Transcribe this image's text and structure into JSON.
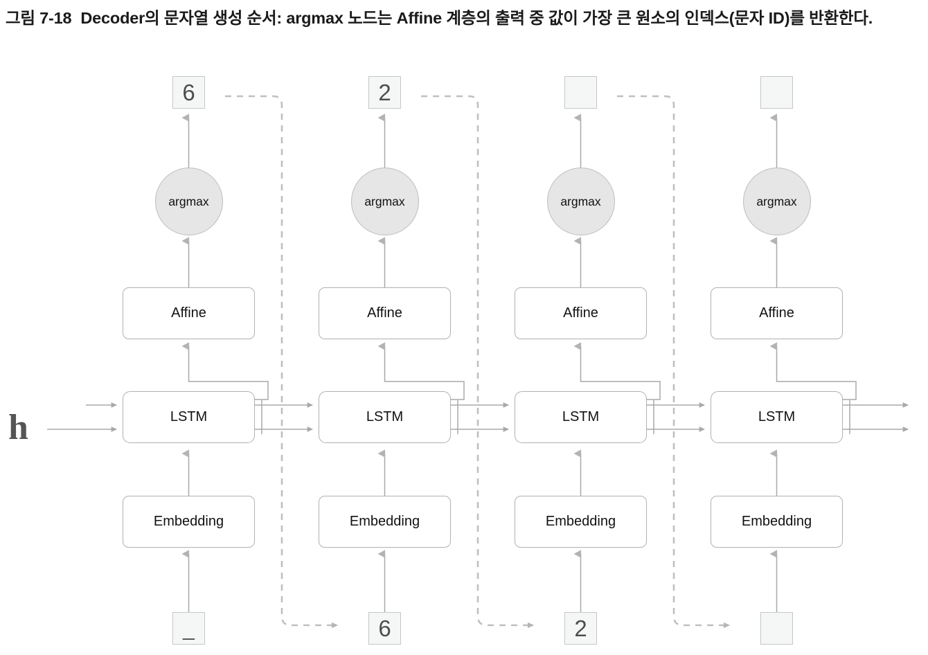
{
  "caption": {
    "figure_label": "그림 7-18",
    "text": "Decoder의 문자열 생성 순서: argmax 노드는 Affine 계층의 출력 중 값이 가장 큰 원소의 인덱스(문자 ID)를 반환한다."
  },
  "diagram": {
    "hidden_state_label": "h",
    "node_labels": {
      "argmax": "argmax",
      "affine": "Affine",
      "lstm": "LSTM",
      "embedding": "Embedding"
    },
    "timesteps": [
      {
        "index": 0,
        "output_token": "6",
        "input_token": "_"
      },
      {
        "index": 1,
        "output_token": "2",
        "input_token": "6"
      },
      {
        "index": 2,
        "output_token": "",
        "input_token": "2"
      },
      {
        "index": 3,
        "output_token": "",
        "input_token": ""
      }
    ],
    "colors": {
      "node_border": "#b0b0b0",
      "node_fill": "#ffffff",
      "argmax_fill": "#e6e6e6",
      "argmax_border": "#bdbdbd",
      "token_fill": "#f5f7f6",
      "token_border": "#c3c7c5",
      "wire": "#a8a8a8",
      "dashed_wire": "#bfbfbf",
      "h_label": "#555555",
      "caption_text": "#1a1a1a"
    }
  }
}
